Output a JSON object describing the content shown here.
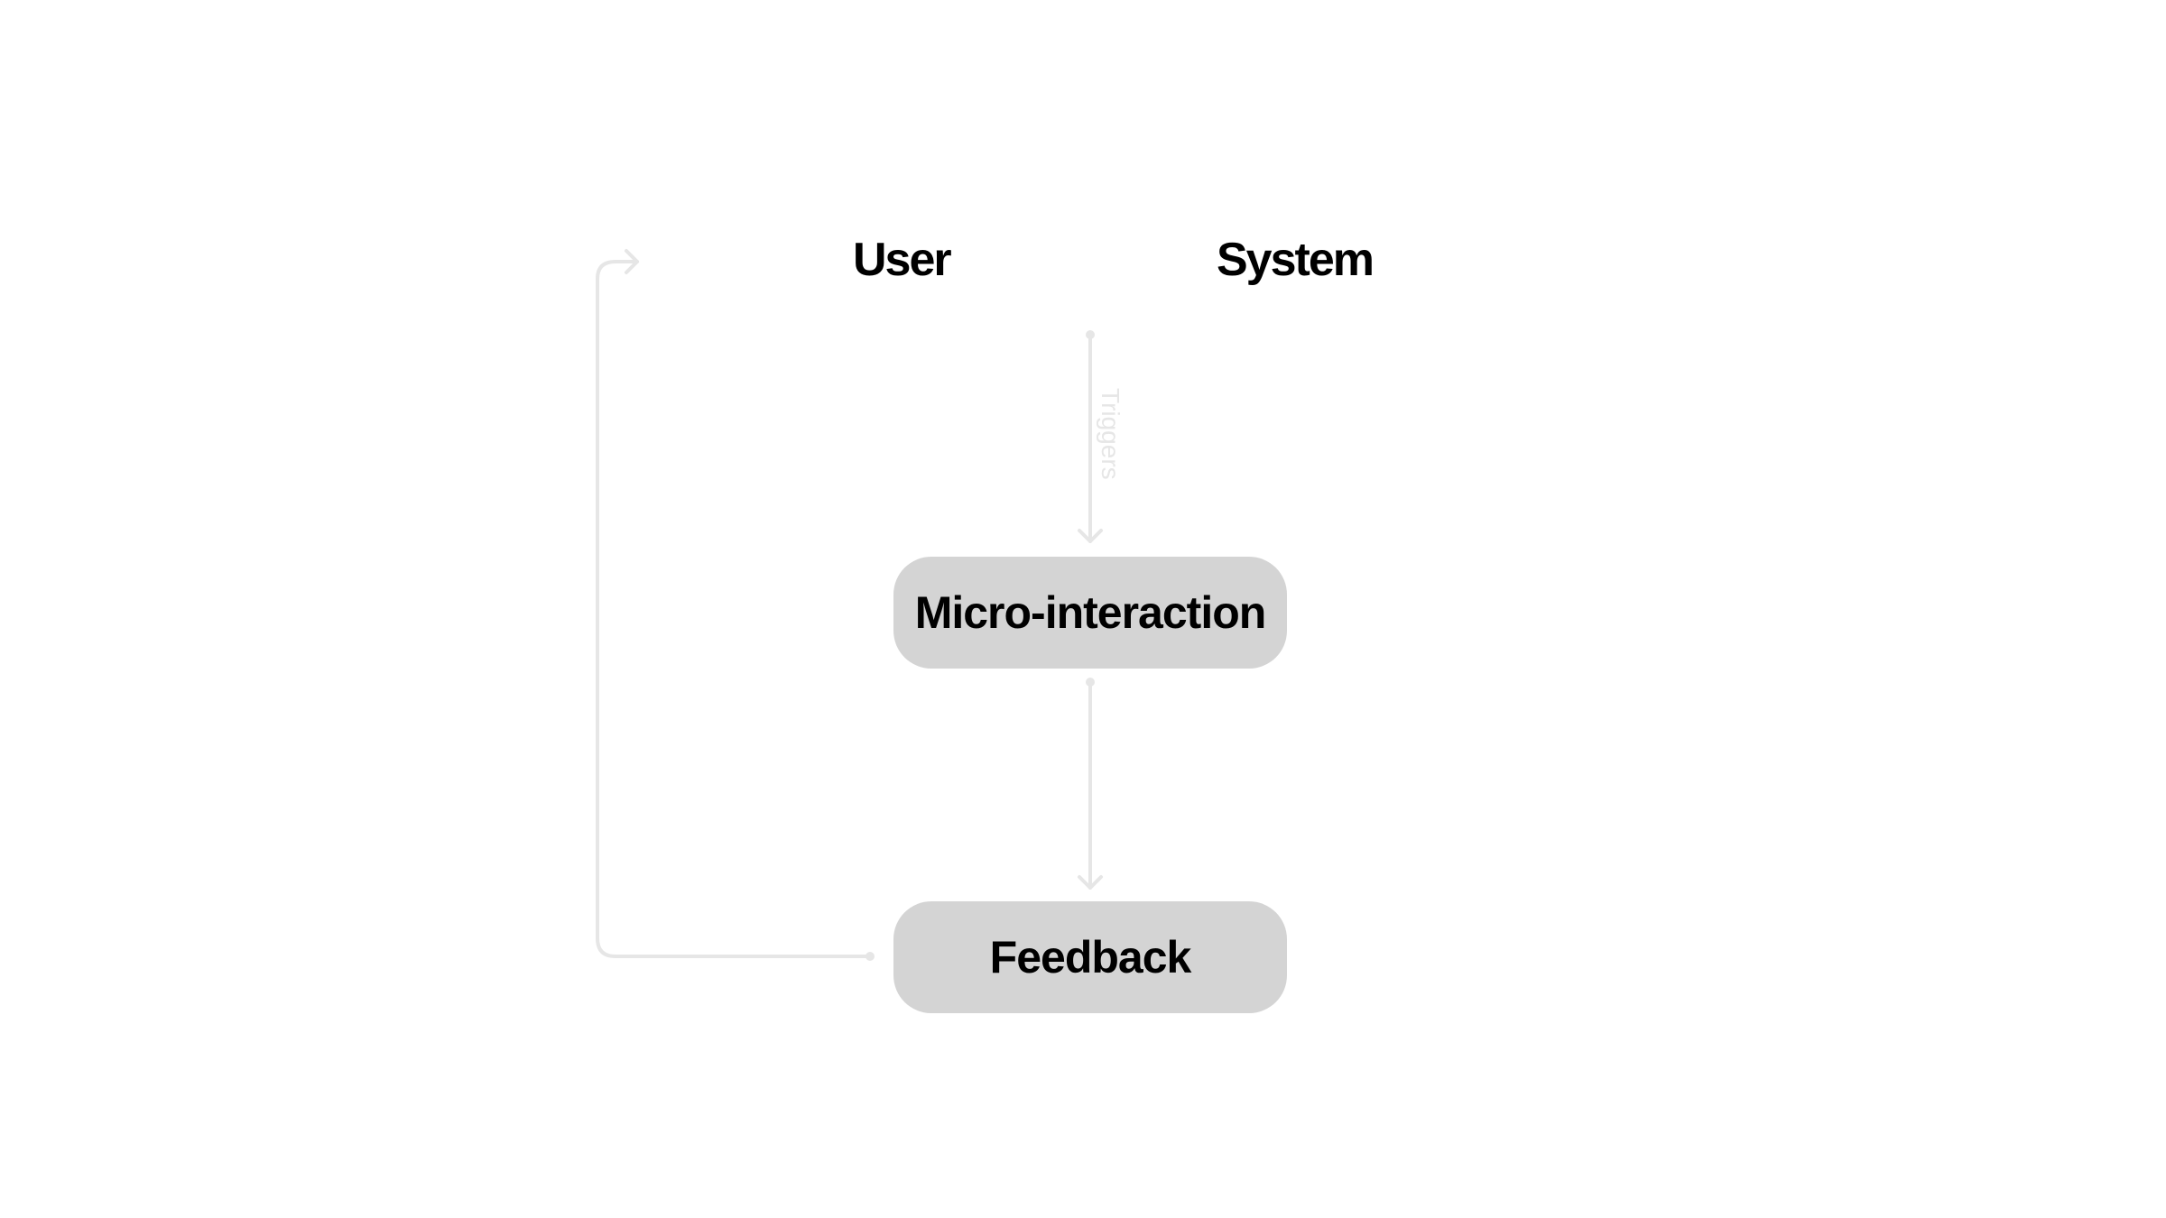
{
  "diagram": {
    "lanes": {
      "user": "User",
      "system": "System"
    },
    "nodes": {
      "micro_interaction": "Micro-interaction",
      "feedback": "Feedback"
    },
    "edges": {
      "triggers": "Triggers"
    },
    "colors": {
      "node_fill": "#d4d4d4",
      "connector": "#e6e6e6",
      "text": "#000000",
      "background": "#ffffff"
    }
  }
}
